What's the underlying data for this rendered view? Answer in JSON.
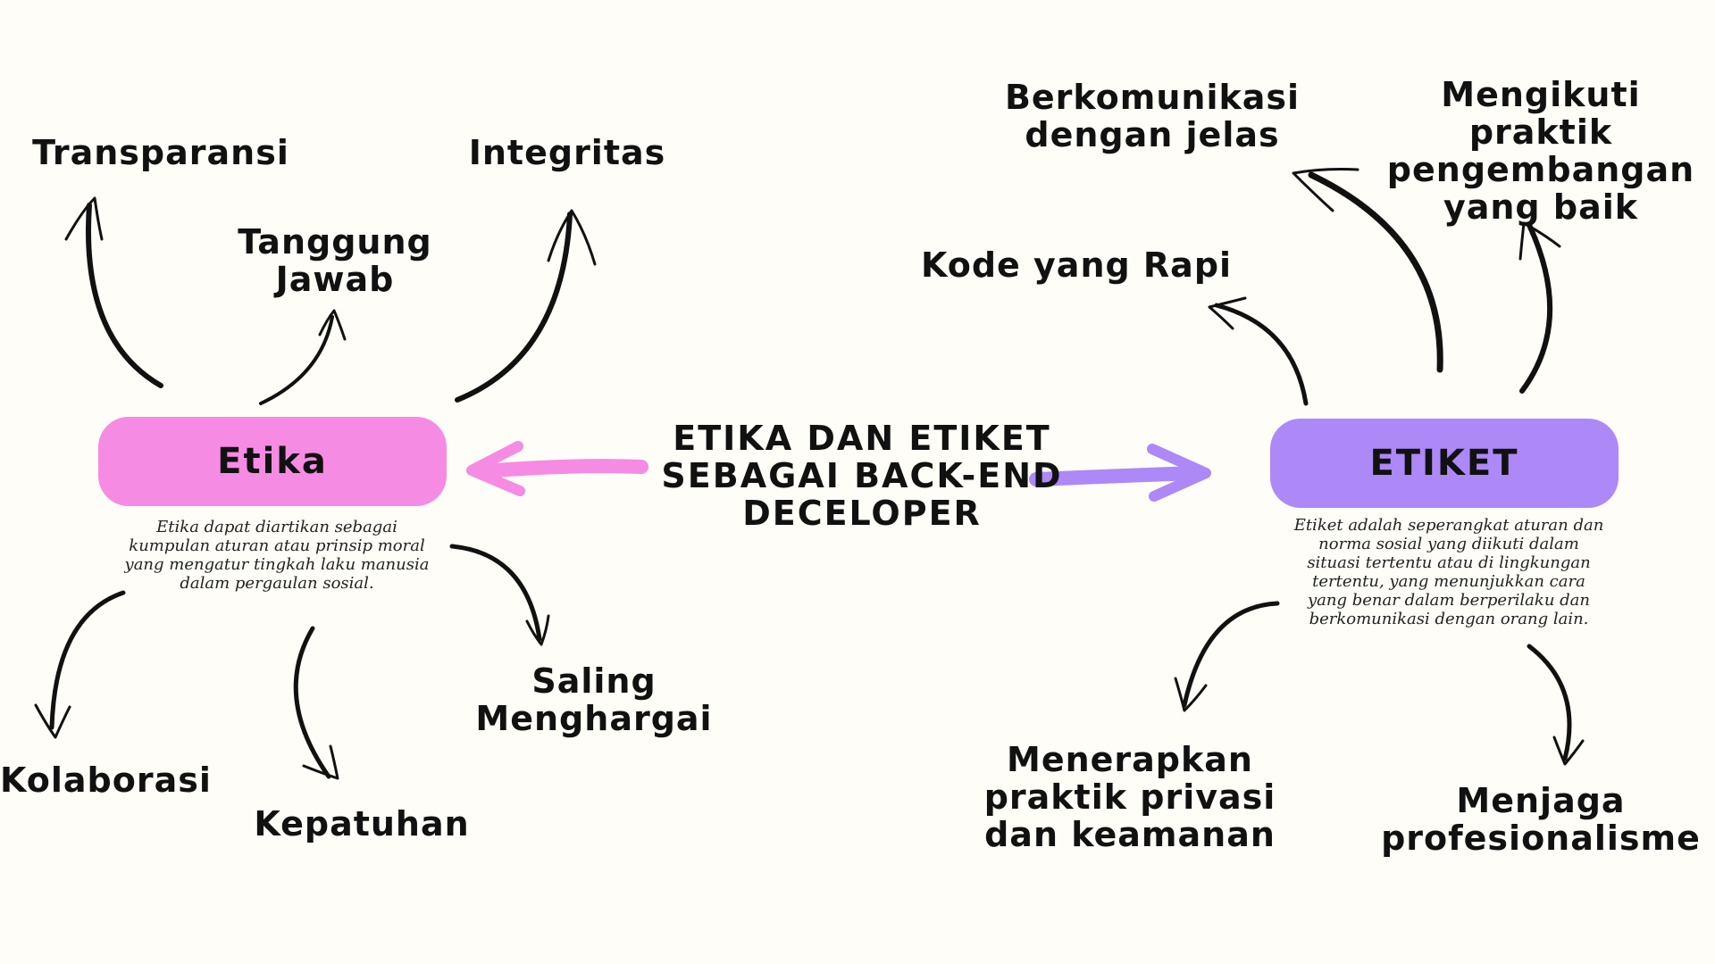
{
  "title": "ETIKA DAN ETIKET SEBAGAI BACK-END DECELOPER",
  "colors": {
    "background": "#fefdf8",
    "etika": "#f68be3",
    "etiket": "#ad88f7",
    "ink": "#111111"
  },
  "etika": {
    "label": "Etika",
    "description": "Etika dapat diartikan sebagai\nkumpulan aturan atau prinsip moral\nyang mengatur tingkah laku manusia\ndalam pergaulan sosial.",
    "branches": [
      "Transparansi",
      "Tanggung\nJawab",
      "Integritas",
      "Kolaborasi",
      "Kepatuhan",
      "Saling\nMenghargai"
    ]
  },
  "etiket": {
    "label": "ETIKET",
    "description": "Etiket adalah seperangkat aturan dan\nnorma sosial yang diikuti dalam\nsituasi tertentu atau di lingkungan\ntertentu, yang menunjukkan cara\nyang benar dalam berperilaku dan\nberkomunikasi dengan orang lain.",
    "branches": [
      "Berkomunikasi\ndengan jelas",
      "Mengikuti praktik\npengembangan\nyang baik",
      "Kode yang Rapi",
      "Menerapkan\npraktik privasi\ndan keamanan",
      "Menjaga\nprofesionalisme"
    ]
  }
}
